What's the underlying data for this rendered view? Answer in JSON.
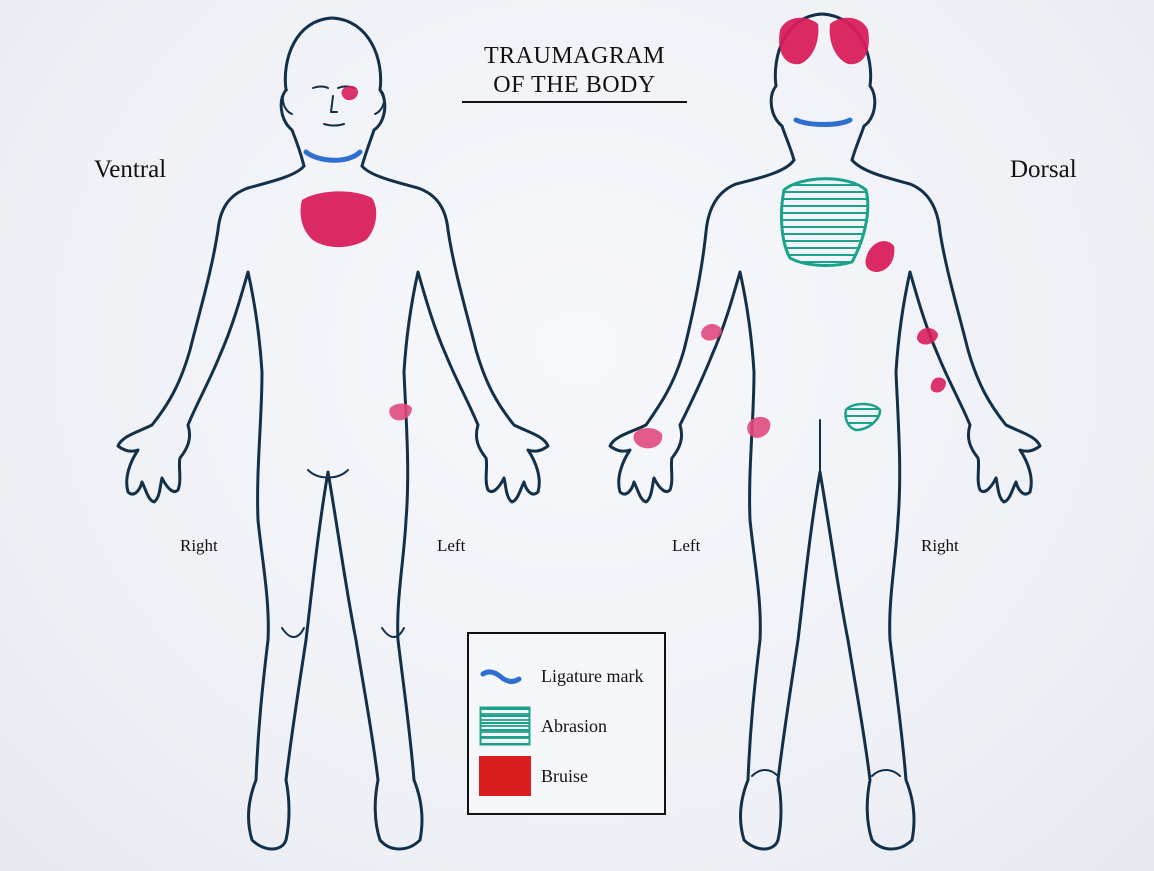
{
  "title_line1": "TRAUMAGRAM",
  "title_line2": "OF THE BODY",
  "views": {
    "ventral": "Ventral",
    "dorsal": "Dorsal"
  },
  "sides": {
    "ventral_right": "Right",
    "ventral_left": "Left",
    "dorsal_left": "Left",
    "dorsal_right": "Right"
  },
  "legend": {
    "ligature": "Ligature mark",
    "abrasion": "Abrasion",
    "bruise": "Bruise"
  },
  "colors": {
    "outline": "#12304a",
    "ligature": "#2e6fd0",
    "abrasion": "#1aa28a",
    "bruise": "#d81e5b",
    "legend_bruise": "#d81e1e"
  }
}
